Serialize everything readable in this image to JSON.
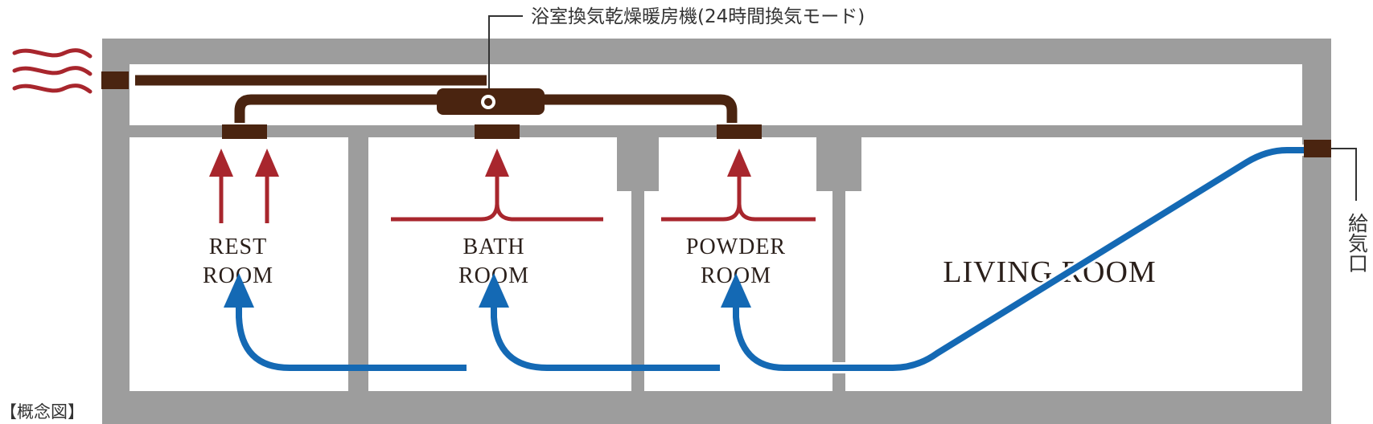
{
  "diagram": {
    "unit_label": "浴室換気乾燥暖房機(24時間換気モード)",
    "inlet_label": "給気口",
    "caption": "【概念図】",
    "rooms": [
      {
        "line1": "REST",
        "line2": "ROOM"
      },
      {
        "line1": "BATH",
        "line2": "ROOM"
      },
      {
        "line1": "POWDER",
        "line2": "ROOM"
      },
      {
        "line1": "LIVING ROOM",
        "line2": ""
      }
    ]
  },
  "colors": {
    "wall": "#9d9d9d",
    "duct": "#4a2410",
    "exhaust": "#a8262d",
    "supply": "#1469b4",
    "text": "#2a1f1a"
  },
  "icons": [
    "exhaust-wave-icon",
    "arrow-up-icon",
    "arrow-flow-icon"
  ]
}
